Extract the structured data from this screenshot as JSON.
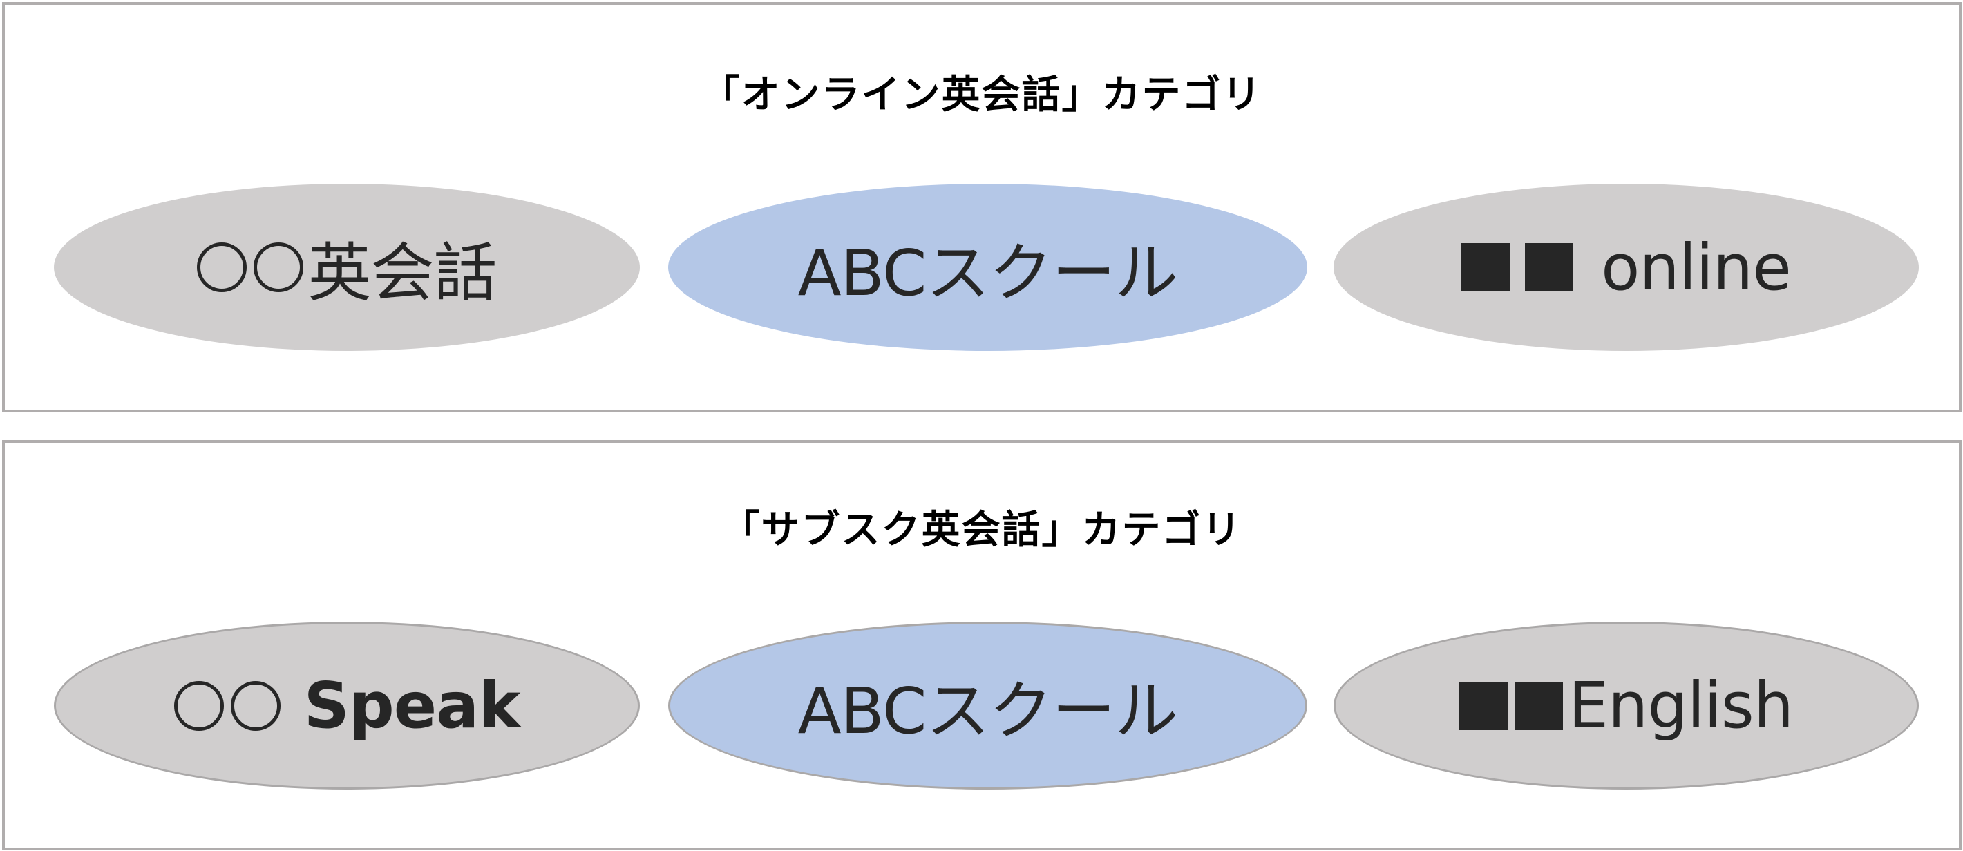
{
  "categories": [
    {
      "title": "「オンライン英会話」カテゴリ",
      "items": [
        {
          "prefix_icon": "double-circle-placeholder",
          "label": "英会話",
          "fill": "#d0cece",
          "highlighted": false
        },
        {
          "prefix_icon": null,
          "label": "ABCスクール",
          "fill": "#b4c7e7",
          "highlighted": true
        },
        {
          "prefix_icon": "double-square-placeholder",
          "label": "online",
          "fill": "#d0cece",
          "highlighted": false
        }
      ]
    },
    {
      "title": "「サブスク英会話」カテゴリ",
      "items": [
        {
          "prefix_icon": "double-circle-placeholder",
          "label": "Speak",
          "fill": "#d0cece",
          "highlighted": false
        },
        {
          "prefix_icon": null,
          "label": "ABCスクール",
          "fill": "#b4c7e7",
          "highlighted": true
        },
        {
          "prefix_icon": "double-square-placeholder",
          "label": "English",
          "fill": "#d0cece",
          "highlighted": false
        }
      ]
    }
  ],
  "colors": {
    "panel_border": "#b0adad",
    "ellipse_gray": "#d0cece",
    "ellipse_blue": "#b4c7e7",
    "ellipse_border": "#aaa8a8",
    "text": "#262626",
    "title": "#000000"
  }
}
